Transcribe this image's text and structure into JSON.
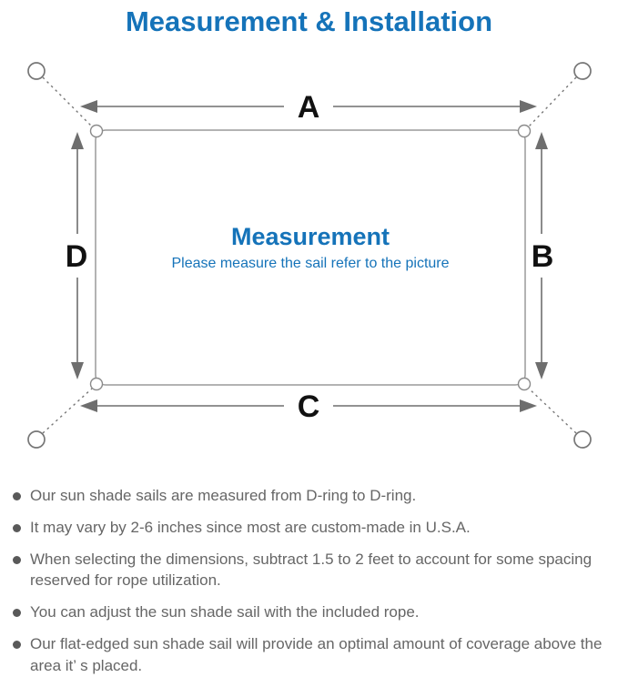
{
  "title": "Measurement & Installation",
  "diagram": {
    "labels": {
      "top": "A",
      "right": "B",
      "bottom": "C",
      "left": "D"
    },
    "center_title": "Measurement",
    "center_subtitle": "Please measure the sail refer to the picture"
  },
  "notes": [
    "Our sun shade sails are measured from D-ring to D-ring.",
    "It may vary by 2-6 inches since most are custom-made in U.S.A.",
    "When selecting the dimensions, subtract 1.5 to 2 feet to account for some spacing reserved for rope utilization.",
    "You can adjust the sun shade sail with the included rope.",
    "Our flat-edged sun shade sail will provide an optimal amount of coverage above the area it’ s placed."
  ],
  "colors": {
    "accent_blue": "#1573b9",
    "line_gray": "#6e6e6e",
    "sail_border_gray": "#9a9a9a",
    "note_text_gray": "#666666",
    "label_black": "#111111"
  }
}
